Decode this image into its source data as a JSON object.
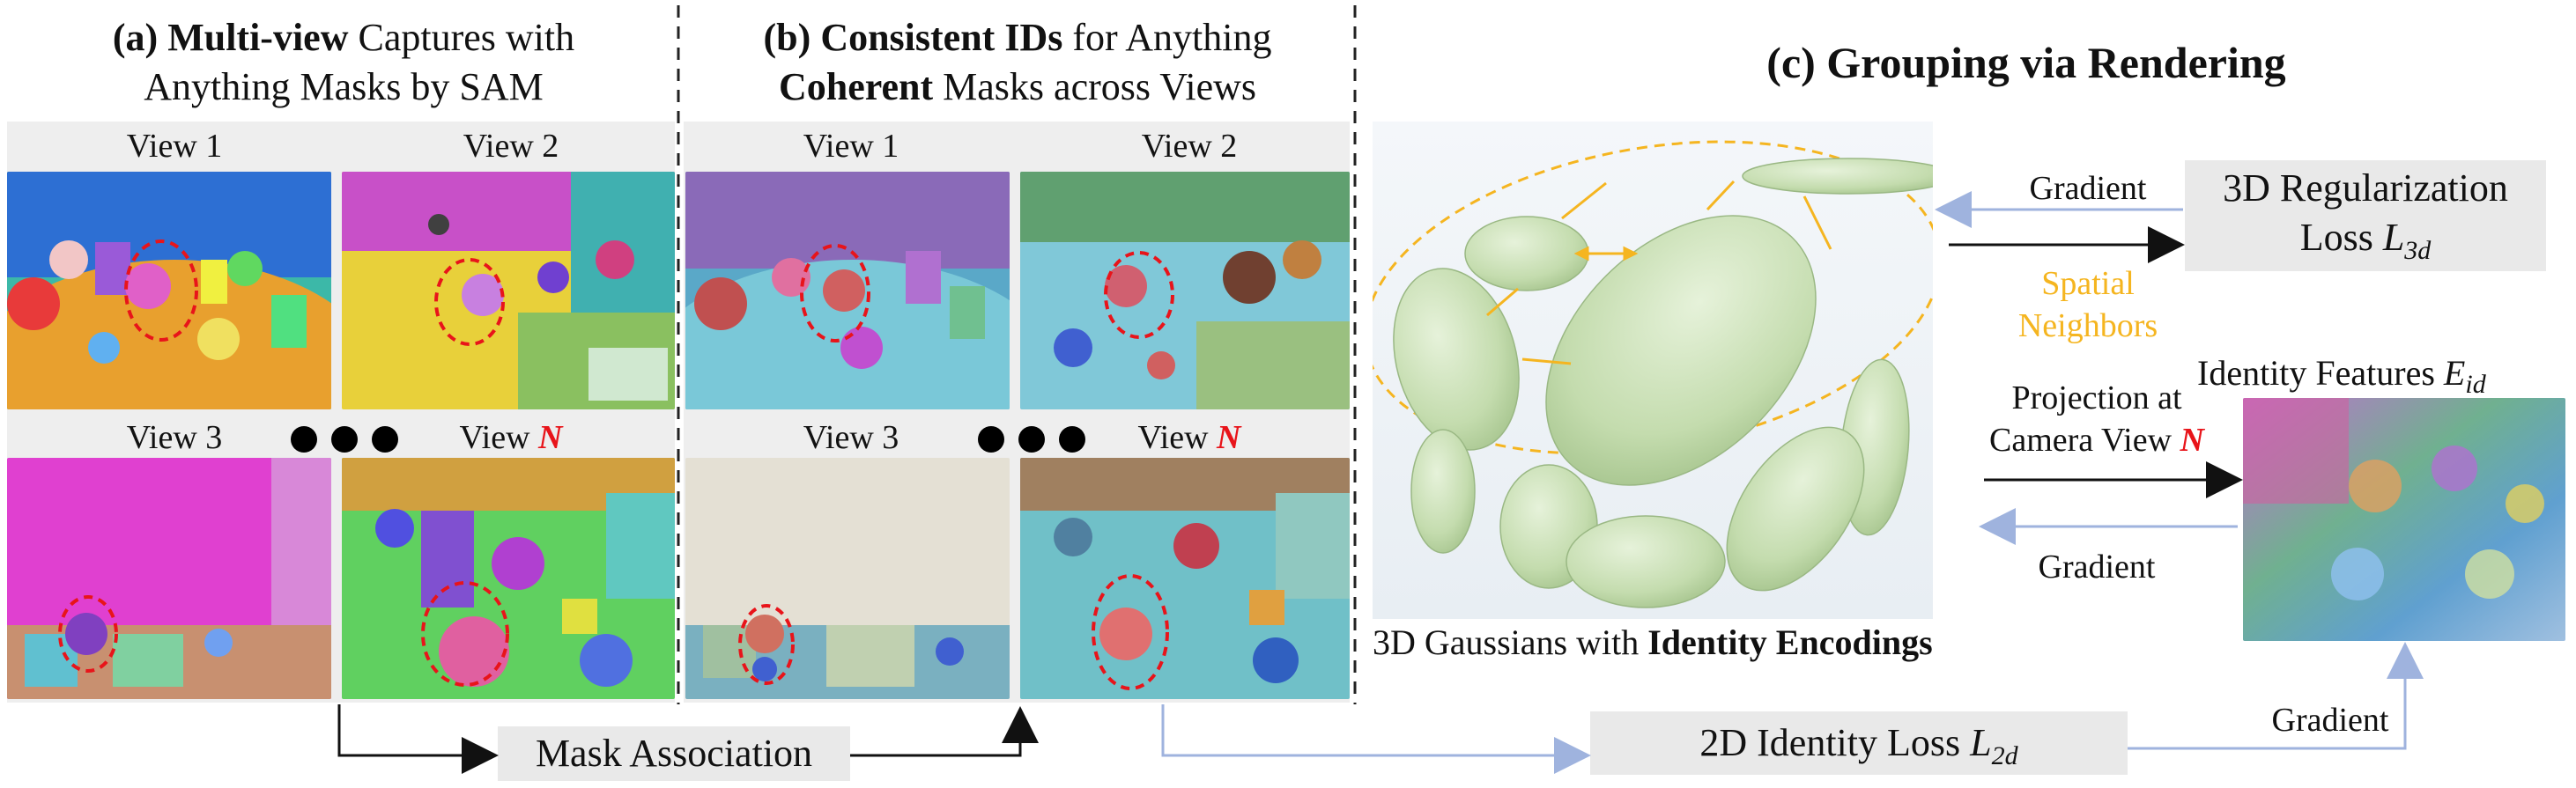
{
  "panel_a": {
    "title_prefix": "(a) ",
    "title_bold": "Multi-view",
    "title_rest": " Captures with",
    "title_line2": "Anything Masks by SAM",
    "view1": "View 1",
    "view2": "View 2",
    "view3": "View 3",
    "viewN_prefix": "View ",
    "viewN_var": "N"
  },
  "panel_b": {
    "title_prefix": "(b) ",
    "title_bold": "Consistent IDs",
    "title_rest": " for Anything",
    "title_line2_bold": "Coherent",
    "title_line2_rest": " Masks across Views",
    "view1": "View 1",
    "view2": "View 2",
    "view3": "View 3",
    "viewN_prefix": "View ",
    "viewN_var": "N"
  },
  "panel_c": {
    "title": "(c) Grouping via Rendering",
    "gaussians_caption_plain": "3D Gaussians with ",
    "gaussians_caption_bold": "Identity Encodings",
    "gradient_top": "Gradient",
    "spatial_line1": "Spatial",
    "spatial_line2": "Neighbors",
    "reg_loss_line1": "3D Regularization",
    "reg_loss_line2_prefix": "Loss ",
    "reg_loss_var": "L",
    "reg_loss_sub": "3d",
    "projection_line1": "Projection at",
    "projection_line2_prefix": "Camera View ",
    "projection_var": "N",
    "gradient_mid": "Gradient",
    "identity_prefix": "Identity Features ",
    "identity_var": "E",
    "identity_sub": "id",
    "gradient_bottom": "Gradient",
    "loss2d_prefix": "2D Identity Loss ",
    "loss2d_var": "L",
    "loss2d_sub": "2d"
  },
  "mask_association": "Mask Association",
  "colors": {
    "orange": "#f5b520",
    "red_accent": "#e8141a",
    "blue_arrow": "#9fb3de",
    "gaussian_fill": "#c8e0b4"
  }
}
